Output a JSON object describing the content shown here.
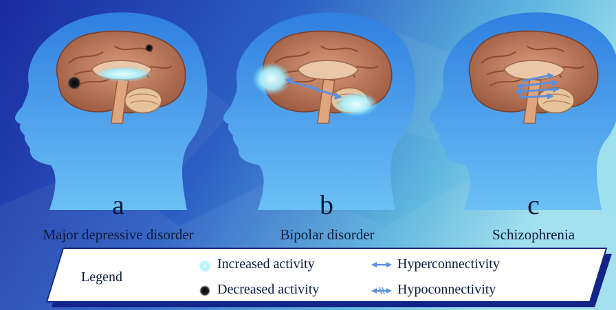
{
  "panels": [
    {
      "letter": "a",
      "title": "Major depressive disorder"
    },
    {
      "letter": "b",
      "title": "Bipolar disorder"
    },
    {
      "letter": "c",
      "title": "Schizophrenia"
    }
  ],
  "legend": {
    "title": "Legend",
    "items": [
      {
        "label": "Increased activity",
        "icon": "cyan-glow-dot-icon"
      },
      {
        "label": "Decreased activity",
        "icon": "black-dot-icon"
      },
      {
        "label": "Hyperconnectivity",
        "icon": "double-arrow-icon"
      },
      {
        "label": "Hypoconnectivity",
        "icon": "crossed-double-arrow-icon"
      }
    ]
  },
  "colors": {
    "background_dark": "#1a2fa8",
    "background_light": "#7fd0e4",
    "head": "#4aa6ee",
    "brain": "#c98464",
    "increased_activity": "#b8f4ff",
    "decreased_activity": "#111111",
    "arrow": "#5b8fe0"
  }
}
